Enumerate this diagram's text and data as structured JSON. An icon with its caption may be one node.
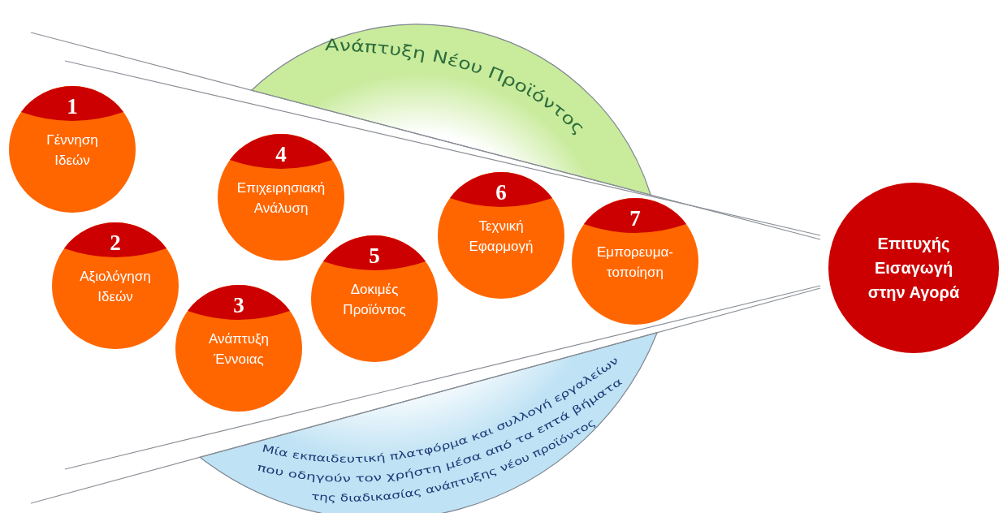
{
  "diagram": {
    "nodes": [
      {
        "text": [
          "Ανάπτυξη Νέου Προϊόντος"
        ]
      },
      {
        "text": [
          "1",
          "Γέννηση Ιδεών"
        ]
      },
      {
        "text": [
          "2",
          "Αξιολόγηση Ιδεών"
        ]
      },
      {
        "text": [
          "3",
          "Ανάπτυξη Έννοιας"
        ]
      },
      {
        "text": [
          "4",
          "Επιχειρησιακή Ανάλυση"
        ]
      },
      {
        "text": [
          "5",
          "Δοκιμές Προϊόντος"
        ]
      },
      {
        "text": [
          "6",
          "Τεχνική Εφαρμογή"
        ]
      },
      {
        "text": [
          "7",
          "Εμπορευμα-τοποίηση"
        ]
      },
      {
        "text": [
          "Επιτυχής Εισαγωγή στην Αγορά"
        ]
      },
      {
        "text": [
          "Μία εκπαιδευτική πλατφόρμα και συλλογή εργαλείων που οδηγούν τον χρήστη μέσα από τα επτά βήματα της διαδικασίας ανάπτυξης νέου προϊόντος"
        ]
      }
    ]
  }
}
